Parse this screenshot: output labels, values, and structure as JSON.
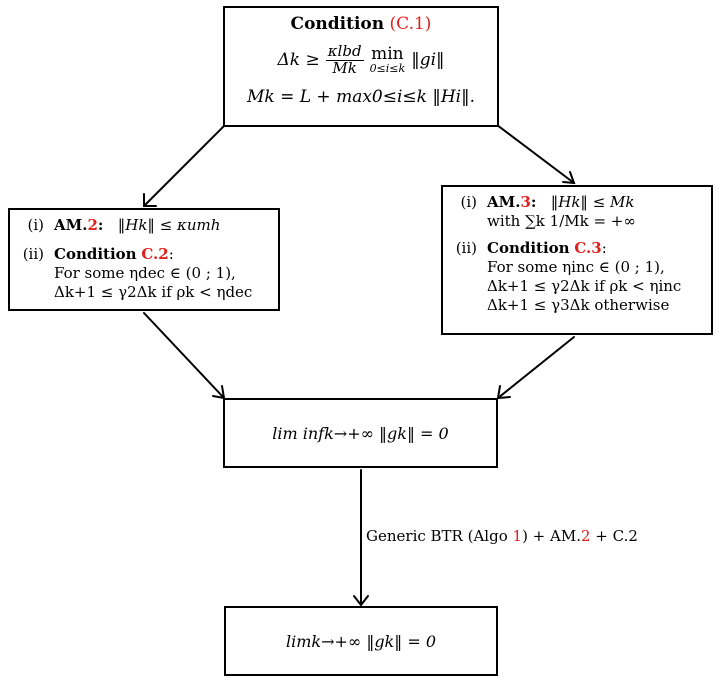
{
  "top_box": {
    "title_word": "Condition",
    "title_ref": "(C.1)",
    "eq1_lhs": "Δk ≥",
    "eq1_num": "κlbd",
    "eq1_den": "Mk",
    "eq1_min": "min",
    "eq1_min_range": "0≤i≤k",
    "eq1_norm": "‖gi‖",
    "eq2": "Mk = L + max0≤i≤k ‖Hi‖."
  },
  "left_box": {
    "item1_num": "(i)",
    "item1_label": "AM.",
    "item1_ref": "2",
    "item1_colon": ":",
    "item1_text": "‖Hk‖ ≤ κumh",
    "item2_num": "(ii)",
    "item2_label": "Condition",
    "item2_ref": "C.2",
    "item2_colon": ":",
    "item2_line1": "For some ηdec ∈ (0 ; 1),",
    "item2_line2": "Δk+1 ≤ γ2Δk if ρk < ηdec"
  },
  "right_box": {
    "item1_num": "(i)",
    "item1_label": "AM.",
    "item1_ref": "3",
    "item1_colon": ":",
    "item1_text": "‖Hk‖ ≤ Mk",
    "item1_line2": "with ∑k 1/Mk = +∞",
    "item2_num": "(ii)",
    "item2_label": "Condition",
    "item2_ref": "C.3",
    "item2_colon": ":",
    "item2_line1": "For some ηinc ∈ (0 ; 1),",
    "item2_line2": "Δk+1 ≤ γ2Δk if ρk < ηinc",
    "item2_line3": "Δk+1 ≤ γ3Δk otherwise"
  },
  "middle_box": {
    "text": "lim infk→+∞ ‖gk‖ = 0"
  },
  "bottom_box": {
    "text": "limk→+∞ ‖gk‖ = 0"
  },
  "edge_label": {
    "part1": "Generic BTR (Algo ",
    "ref1": "1",
    "part2": ") + AM.",
    "ref2": "2",
    "part3": " + C.2"
  },
  "colors": {
    "reference": "#e0201b",
    "line": "#000000"
  }
}
